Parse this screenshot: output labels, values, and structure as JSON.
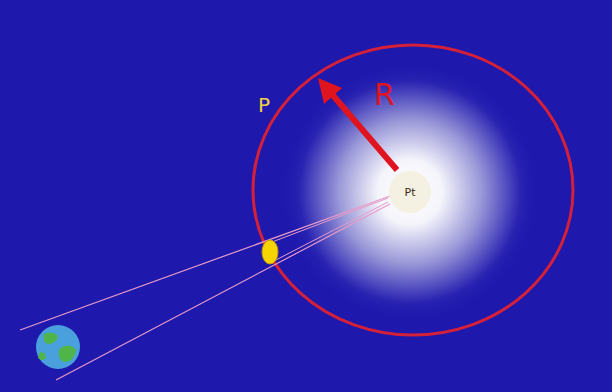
{
  "diagram": {
    "nodes": [
      {
        "text": [
          "Pt"
        ]
      }
    ],
    "labels": [
      "P",
      "R"
    ]
  }
}
